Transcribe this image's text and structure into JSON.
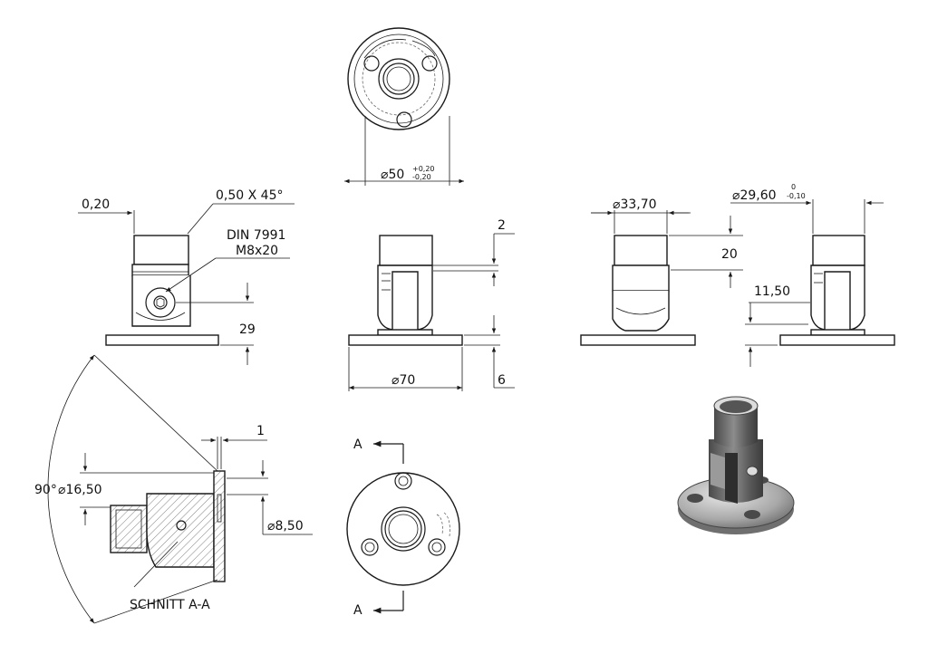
{
  "dimensions": {
    "d_50": "50",
    "tol_50_upper": "+0,20",
    "tol_50_lower": "-0,20",
    "chamfer_offset": "0,20",
    "chamfer": "0,50 X 45°",
    "screw_std": "DIN 7991",
    "screw_size": "M8x20",
    "height_29": "29",
    "d_70": "70",
    "dim_2": "2",
    "dim_6": "6",
    "d_33_70": "33,70",
    "dim_20": "20",
    "d_29_60": "29,60",
    "tol_29_upper": "0",
    "tol_29_lower": "-0,10",
    "dim_11_50": "11,50",
    "dim_1": "1",
    "angle_90": "90°",
    "d_16_50": "16,50",
    "d_8_50": "8,50"
  },
  "section": {
    "title": "SCHNITT A-A",
    "marker_top": "A",
    "marker_bottom": "A"
  },
  "symbols": {
    "diameter": "⌀"
  }
}
